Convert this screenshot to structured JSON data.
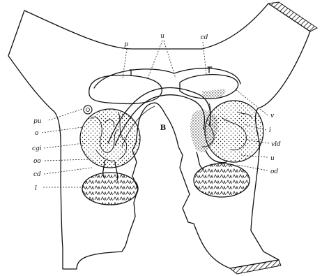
{
  "labels": {
    "top_p": "p",
    "top_u": "u",
    "top_cd": "cd",
    "center_B": "B",
    "left_pu": "pu",
    "left_o": "o",
    "left_cgi": "cgi",
    "left_oo": "oo",
    "left_cd": "cd",
    "left_l": "l",
    "right_v": "v",
    "right_i": "i",
    "right_vld": "vld",
    "right_u": "u",
    "right_od": "od"
  }
}
